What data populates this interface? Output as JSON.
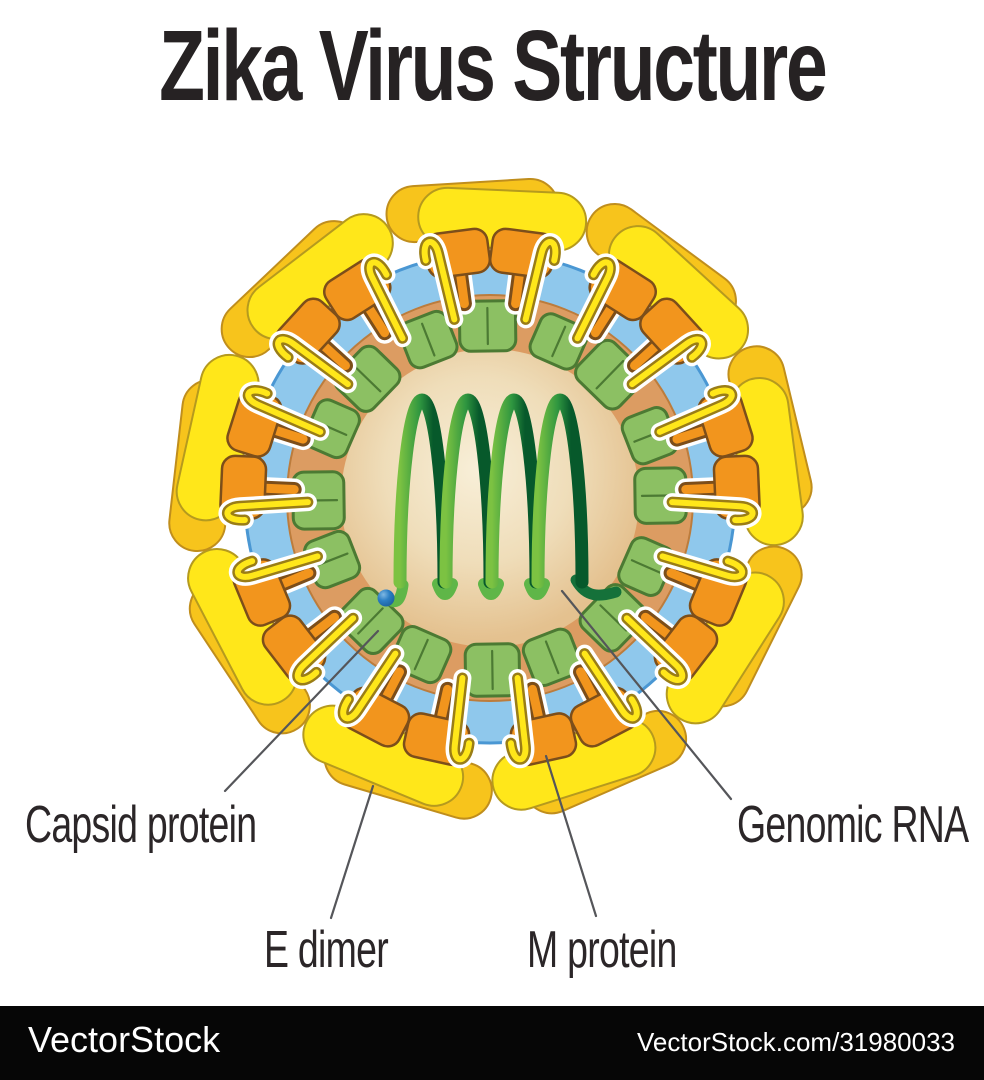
{
  "title": "Zika Virus Structure",
  "labels": {
    "capsid": "Capsid protein",
    "e_dimer": "E dimer",
    "m_protein": "M protein",
    "genomic_rna": "Genomic RNA"
  },
  "watermark": {
    "left": "VectorStock",
    "right": "VectorStock.com/31980033"
  },
  "structure": {
    "envelope_cluster_count": 9,
    "capsid_segment_count": 16,
    "rna_loop_count": 4
  },
  "colors": {
    "background": "#FFFFFF",
    "title_text": "#262223",
    "label_text": "#2B2628",
    "leader_line": "#55565A",
    "envelope_yellow_front": "#FFE71A",
    "envelope_yellow_back": "#F7C41C",
    "envelope_yellow_outline": "#B59A1E",
    "hairpin_outline": "#9A7D16",
    "m_protein_orange": "#F2951D",
    "m_protein_outline": "#7C4E1A",
    "membrane_blue": "#8FC8EC",
    "membrane_outline": "#4A97D3",
    "capsid_rim_tan": "#DC9C62",
    "capsid_rim_outline": "#BC7C3C",
    "capsid_green": "#8CC063",
    "capsid_green_outline": "#4C7A33",
    "core_tan_center": "#F8EFD8",
    "core_tan_edge": "#E4C18F",
    "rna_light_green": "#7CC242",
    "rna_mid_green": "#2F9640",
    "rna_dark_green": "#07592B",
    "rna_cap_blue": "#2C7FC4",
    "watermark_bar": "#060606",
    "watermark_text": "#FFFFFF"
  }
}
